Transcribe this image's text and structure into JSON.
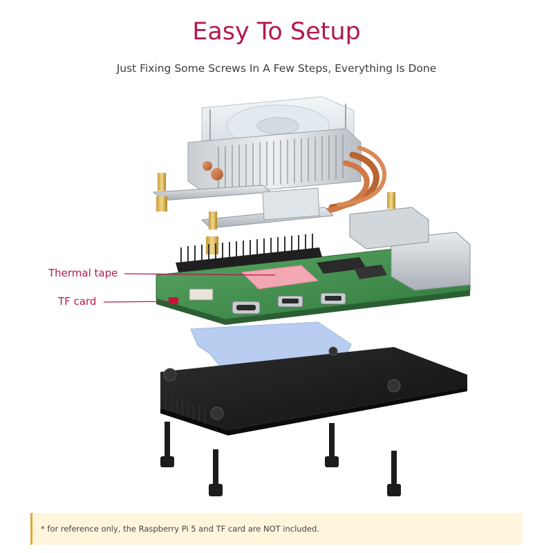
{
  "header": {
    "title": "Easy To Setup",
    "subtitle": "Just Fixing Some Screws In A Few Steps, Everything Is Done"
  },
  "callouts": {
    "thermal_tape": "Thermal tape",
    "tf_card": "TF card"
  },
  "note": {
    "text": "* for reference only, the Raspberry Pi 5 and TF card are NOT included."
  },
  "colors": {
    "accent": "#b5184f",
    "note_background": "#fdf6dc",
    "note_border": "#e1a92d",
    "board_green": "#3f8f4a",
    "thermal_pad_pink": "#f2a7b3",
    "thermal_pad_blue": "#b9cdf0",
    "case_black": "#1b1b1b"
  }
}
